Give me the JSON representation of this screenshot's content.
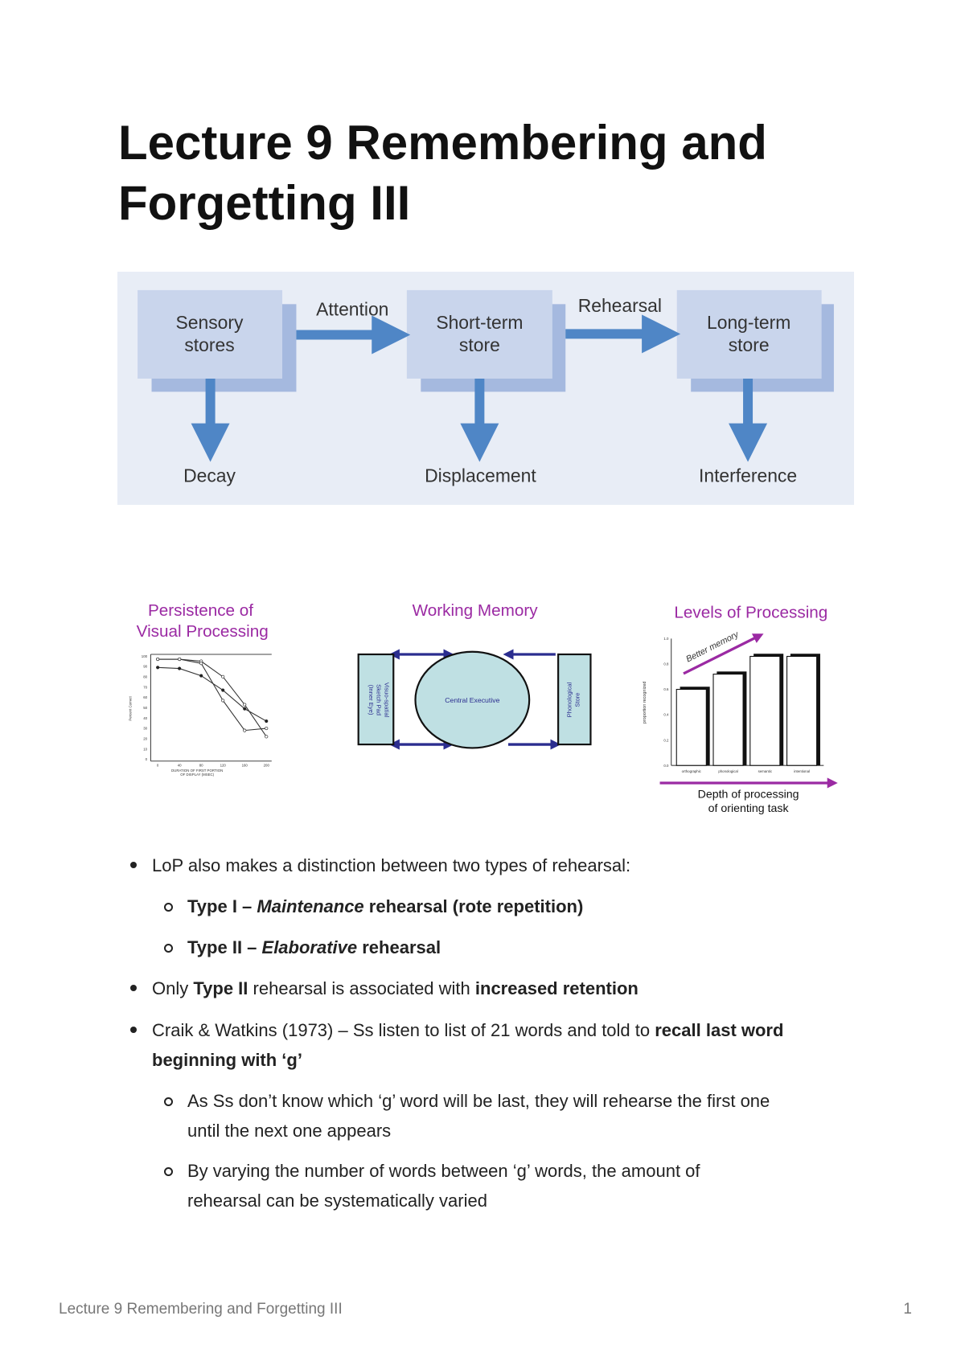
{
  "title": {
    "line1": "Lecture 9 Remembering and",
    "line2": "Forgetting III"
  },
  "flow_diagram": {
    "background": "#e8edf6",
    "box_color": "#c9d5ec",
    "arrow_color": "#4f86c6",
    "stores": [
      "Sensory",
      "stores",
      "Short-term",
      "store",
      "Long-term",
      "store"
    ],
    "transitions": [
      "Attention",
      "Rehearsal"
    ],
    "losses": [
      "Decay",
      "Displacement",
      "Interference"
    ]
  },
  "figures": {
    "accent": "#9b2aa3",
    "persistence": {
      "title1": "Persistence of",
      "title2": "Visual Processing",
      "ylabel": "Percent Correct",
      "xlabel1": "DURATION OF FIRST PORTION",
      "xlabel2": "OF DISPLAY (MSEC)",
      "x": [
        0,
        40,
        80,
        120,
        160,
        200
      ],
      "yticks": [
        0,
        10,
        20,
        30,
        40,
        50,
        60,
        70,
        80,
        90,
        100
      ],
      "series": [
        {
          "values": [
            89,
            88,
            81,
            67,
            49,
            37
          ]
        },
        {
          "values": [
            97,
            97,
            95,
            80,
            53,
            22
          ]
        },
        {
          "values": [
            97,
            97,
            93,
            57,
            28,
            30
          ]
        }
      ]
    },
    "working_memory": {
      "title": "Working Memory",
      "center": "Central Executive",
      "left": [
        "Visuo-spatial",
        "Sketch Pad",
        "(Inner Eye)"
      ],
      "right": [
        "Phonological",
        "Store"
      ]
    },
    "levels": {
      "title": "Levels of Processing",
      "arrow_label": "Better memory",
      "ylabel": "proportion recognized",
      "yticks": [
        "0.0",
        "0.2",
        "0.4",
        "0.6",
        "0.8",
        "1.0"
      ],
      "categories": [
        "orthographic",
        "phonological",
        "semantic",
        "intentional"
      ],
      "values": [
        0.6,
        0.72,
        0.86,
        0.86
      ],
      "xlabel1": "Depth of processing",
      "xlabel2": "of orienting task"
    }
  },
  "bullets": {
    "b1": "LoP also makes a distinction between two types of rehearsal:",
    "b1a_pre": "Type I – ",
    "b1a_em": "Maintenance",
    "b1a_post": " rehearsal (rote repetition)",
    "b1b_pre": "Type II – ",
    "b1b_em": "Elaborative",
    "b1b_post": " rehearsal",
    "b2_a": "Only ",
    "b2_b": "Type II",
    "b2_c": " rehearsal is associated with ",
    "b2_d": "increased retention",
    "b3_a": "Craik & Watkins (1973) – Ss listen to list of 21 words and told to ",
    "b3_b": "recall last word beginning with ‘g’",
    "b3a": "As Ss don’t know which ‘g’ word will be last, they will rehearse the first one until the next one appears",
    "b3b": "By varying the number of words between ‘g’ words, the amount of rehearsal can be systematically varied"
  },
  "footer": {
    "text": "Lecture 9 Remembering and Forgetting III",
    "page": "1"
  }
}
